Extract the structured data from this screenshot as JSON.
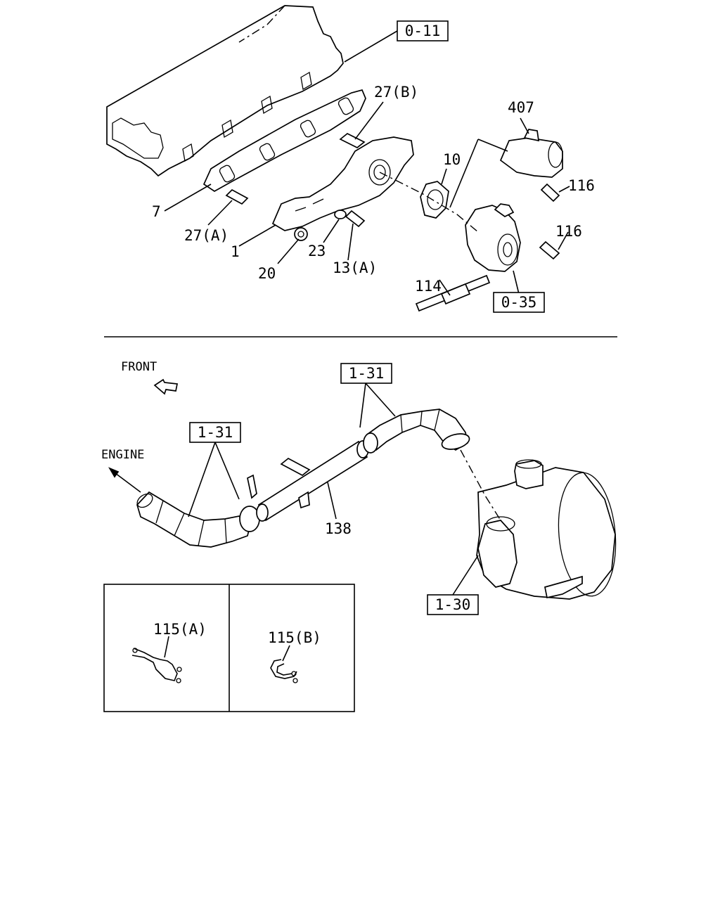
{
  "diagram": {
    "refs": {
      "r011": "0-11",
      "r035": "0-35",
      "r131a": "1-31",
      "r131b": "1-31",
      "r130": "1-30"
    },
    "parts": {
      "p27b": "27(B)",
      "p407": "407",
      "p10": "10",
      "p116a": "116",
      "p116b": "116",
      "p7": "7",
      "p27a": "27(A)",
      "p1": "1",
      "p23": "23",
      "p13a": "13(A)",
      "p20": "20",
      "p114": "114",
      "p138": "138",
      "p115a": "115(A)",
      "p115b": "115(B)"
    },
    "notes": {
      "front": "FRONT",
      "engine": "ENGINE"
    }
  }
}
